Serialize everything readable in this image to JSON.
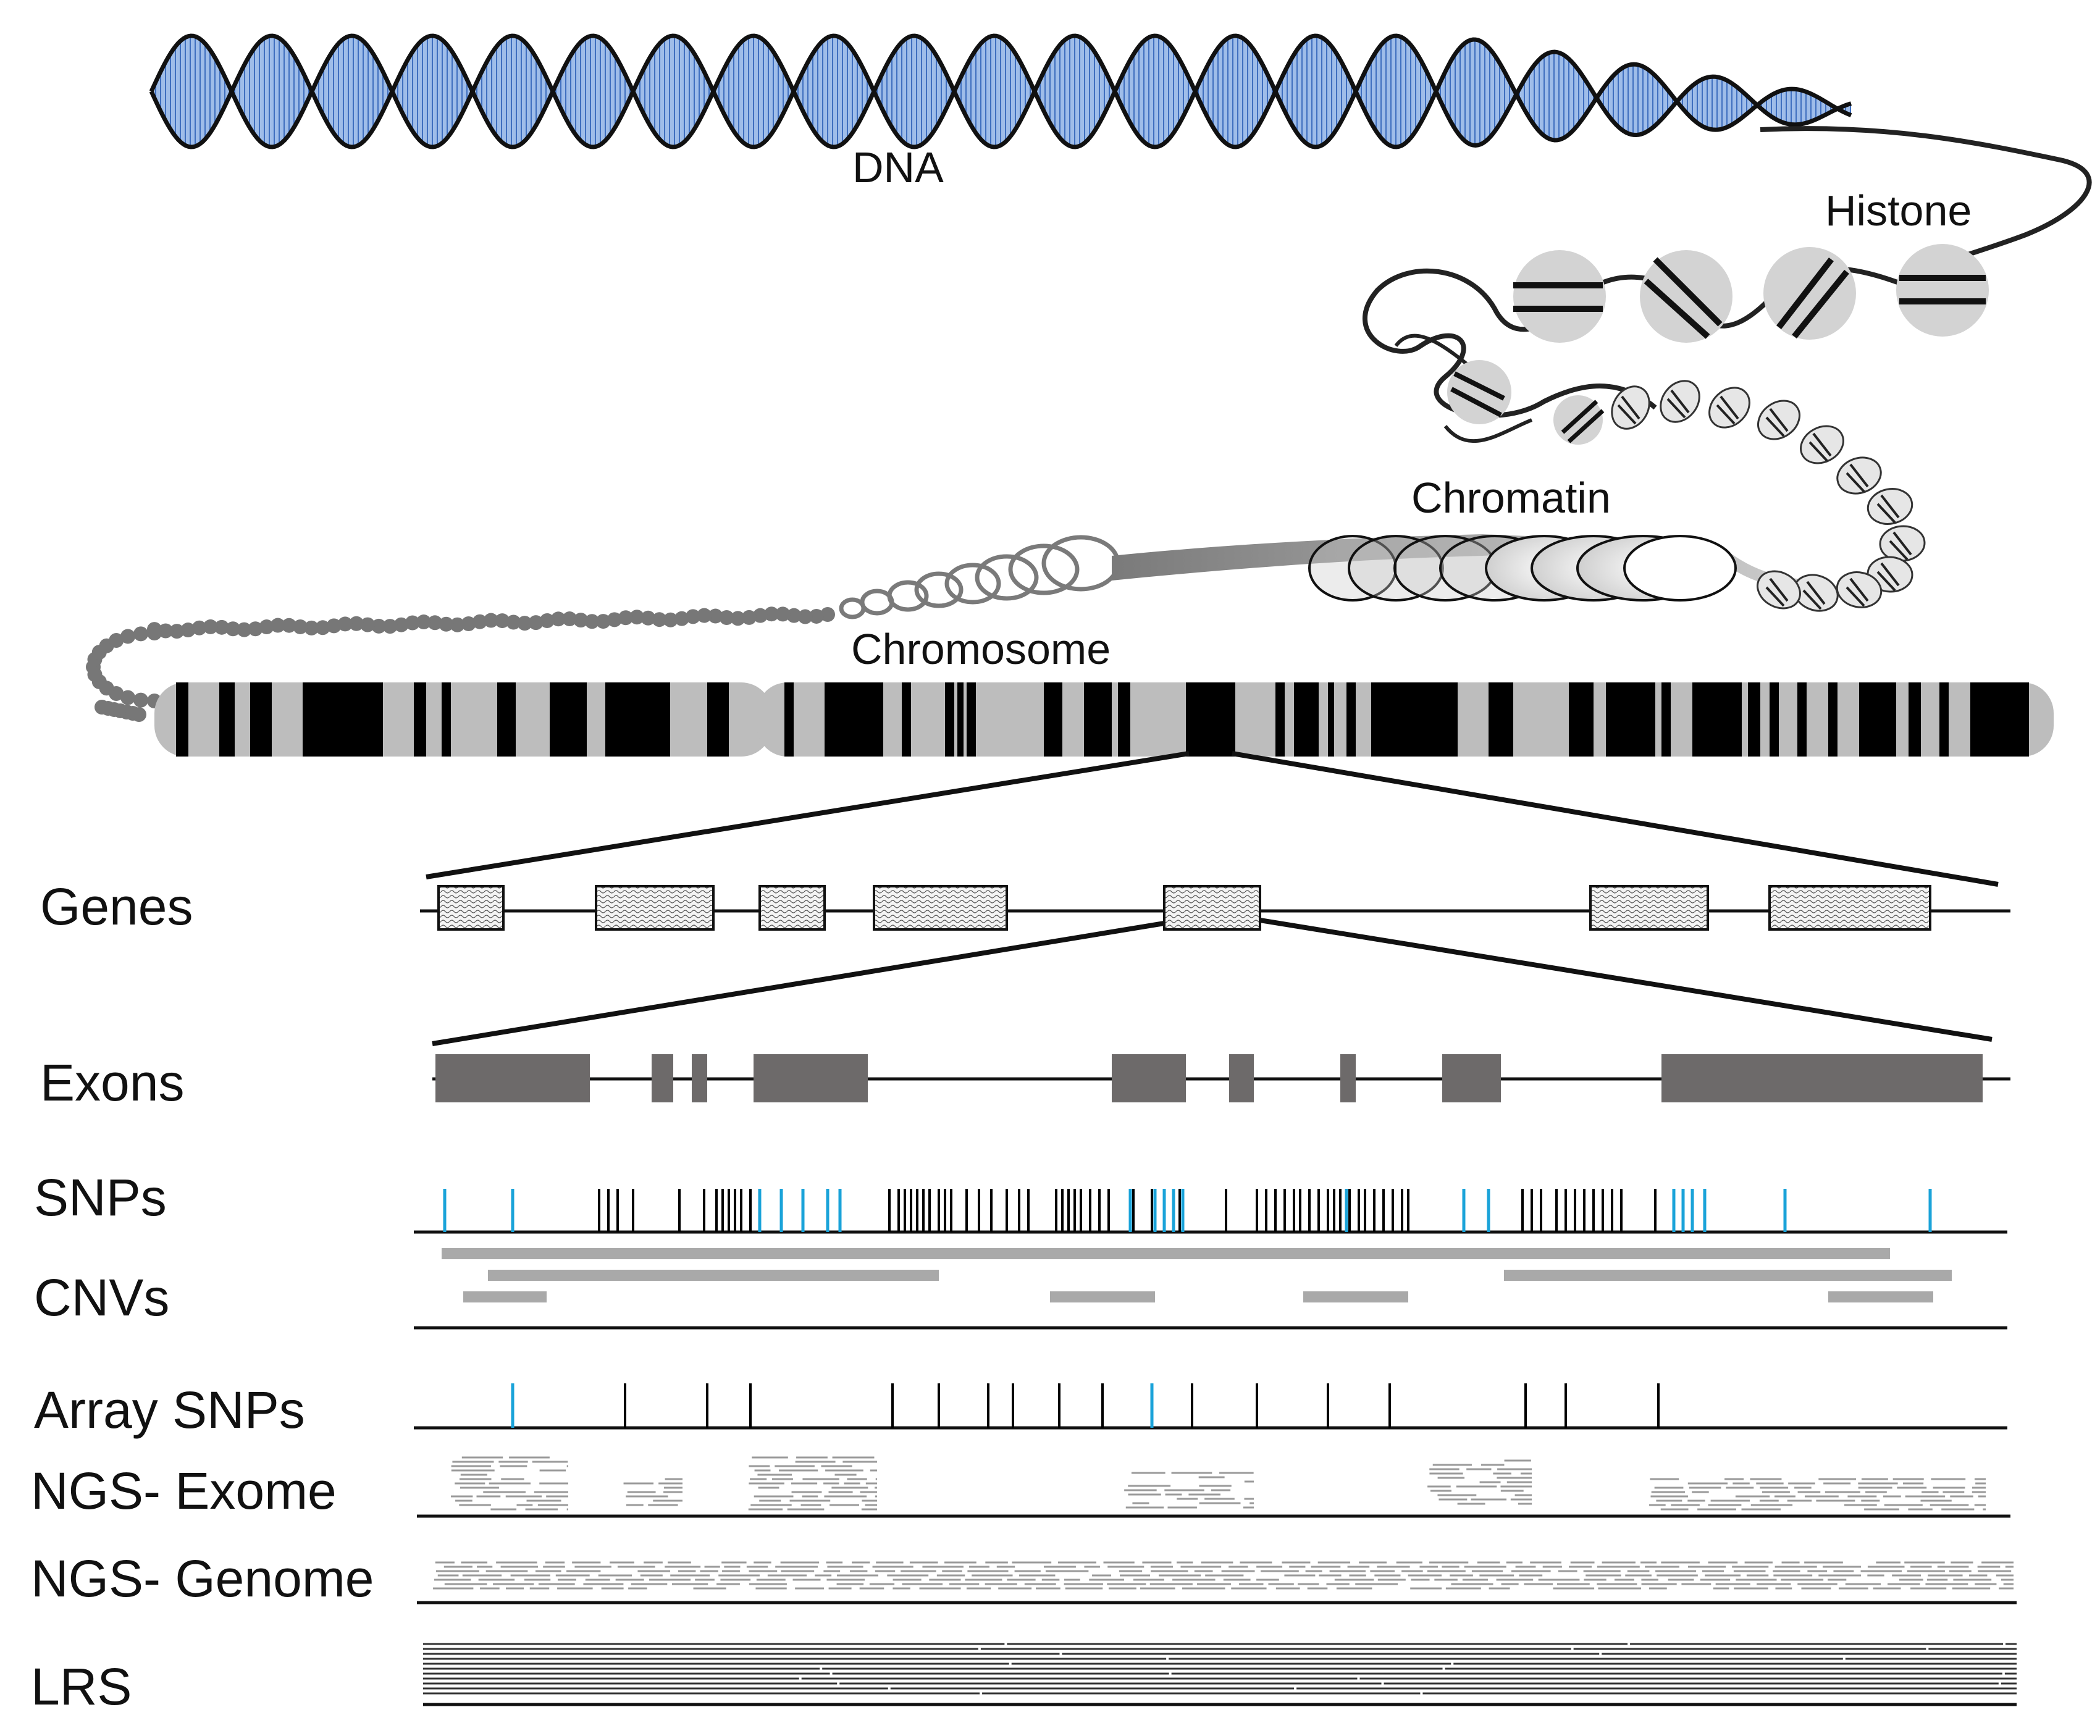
{
  "labels": {
    "dna": "DNA",
    "histone": "Histone",
    "chromatin": "Chromatin",
    "chromosome": "Chromosome"
  },
  "tracks": {
    "genes": "Genes",
    "exons": "Exons",
    "snps": "SNPs",
    "cnvs": "CNVs",
    "array_snps": "Array SNPs",
    "ngs_exome": "NGS- Exome",
    "ngs_genome": "NGS- Genome",
    "lrs": "LRS"
  },
  "colors": {
    "dna_blue": "#5b8fd6",
    "histone_gray": "#d6d6d6",
    "band_black": "#000000",
    "band_gray": "#bdbdbd",
    "exon_gray": "#6d6a6a",
    "snp_black": "#000000",
    "snp_blue": "#1aa3d9",
    "cnv_gray": "#a9a9a9",
    "read_gray": "#9a9a9a"
  },
  "icons": {
    "dna": "double-helix",
    "histone": "nucleosome-disc",
    "chromatin": "coiled-fiber",
    "chromosome": "banded-chromosome"
  }
}
